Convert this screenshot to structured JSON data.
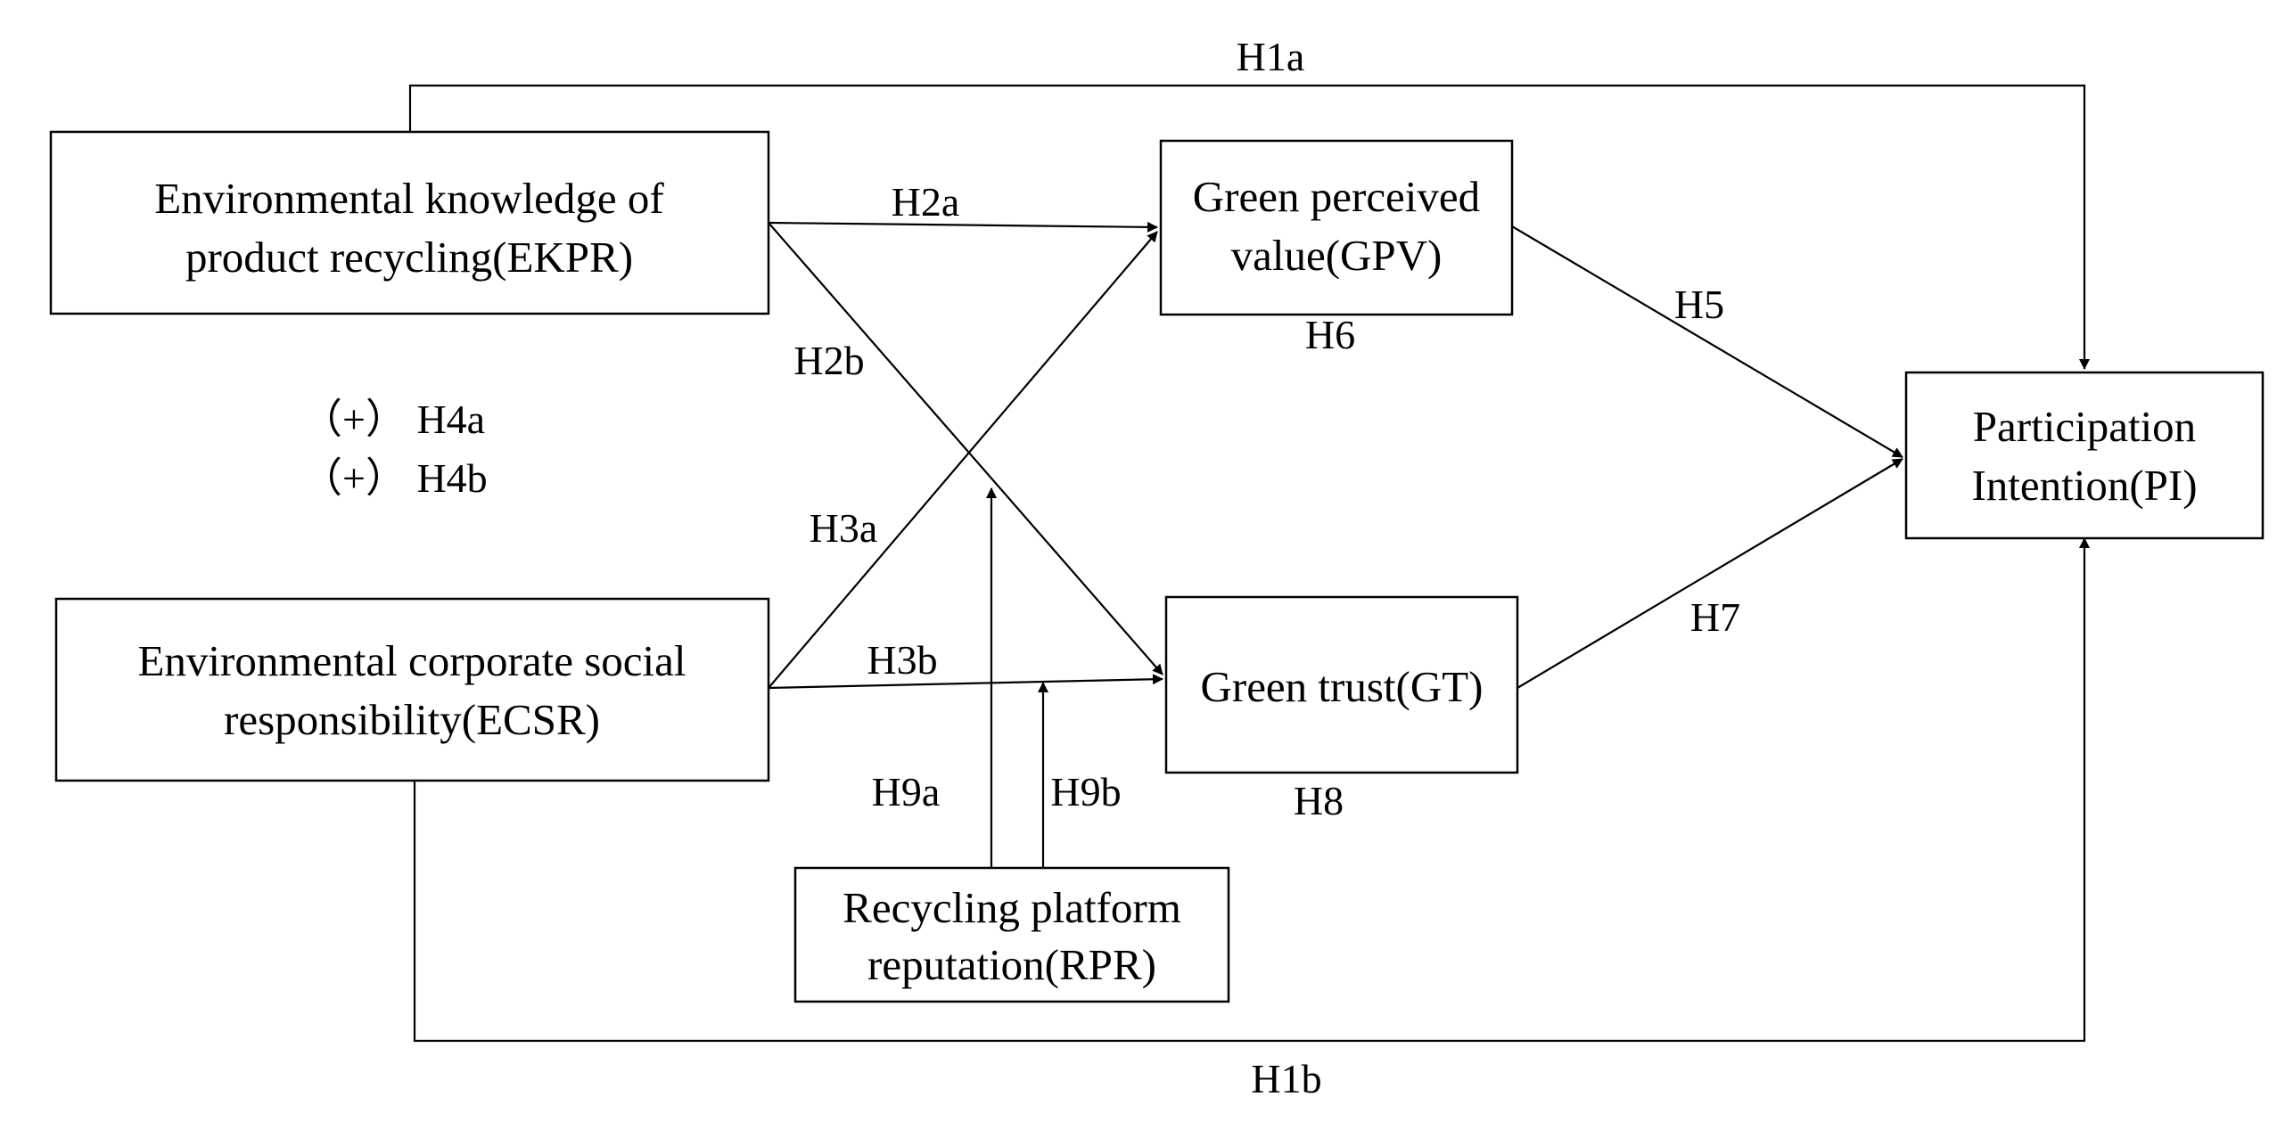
{
  "nodes": {
    "ekpr": {
      "line1": "Environmental knowledge of",
      "line2": "product recycling(EKPR)"
    },
    "gpv": {
      "line1": "Green perceived",
      "line2": "value(GPV)"
    },
    "pi": {
      "line1": "Participation",
      "line2": "Intention(PI)"
    },
    "ecsr": {
      "line1": "Environmental corporate social",
      "line2": "responsibility(ECSR)"
    },
    "gt": {
      "line1": "Green trust(GT)"
    },
    "rpr": {
      "line1": "Recycling platform",
      "line2": "reputation(RPR)"
    }
  },
  "labels": {
    "h1a": "H1a",
    "h1b": "H1b",
    "h2a": "H2a",
    "h2b": "H2b",
    "h3a": "H3a",
    "h3b": "H3b",
    "h4a": "（+） H4a",
    "h4b": "（+） H4b",
    "h5": "H5",
    "h6": "H6",
    "h7": "H7",
    "h8": "H8",
    "h9a": "H9a",
    "h9b": "H9b"
  },
  "colors": {
    "stroke": "#000000",
    "background": "#ffffff"
  }
}
